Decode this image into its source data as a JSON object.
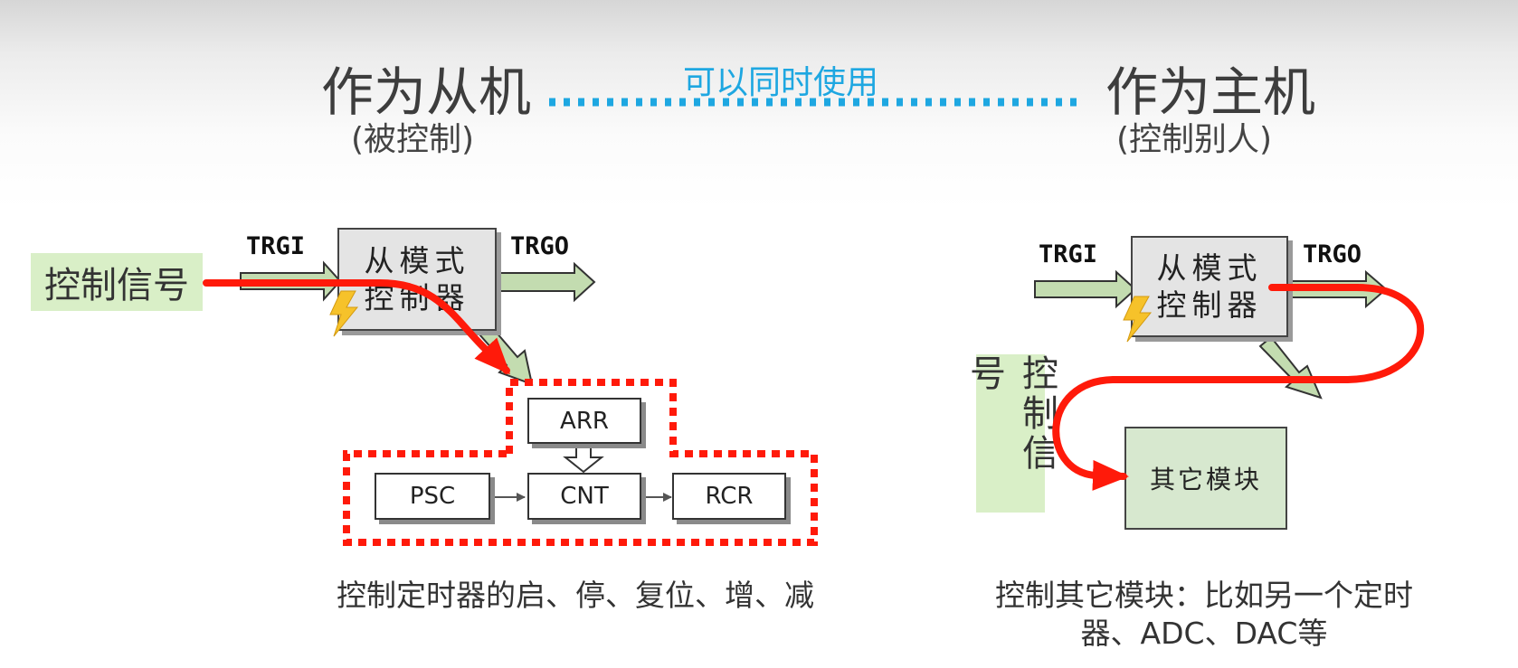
{
  "header": {
    "left_title": "作为从机",
    "left_subtitle": "(被控制)",
    "middle_link": "可以同时使用",
    "right_title": "作为主机",
    "right_subtitle": "(控制别人)"
  },
  "slave_panel": {
    "control_signal": "控制信号",
    "trgi": "TRGI",
    "trgo": "TRGO",
    "controller_line1": "从模式",
    "controller_line2": "控制器",
    "registers": {
      "arr": "ARR",
      "psc": "PSC",
      "cnt": "CNT",
      "rcr": "RCR"
    },
    "caption": "控制定时器的启、停、复位、增、减"
  },
  "master_panel": {
    "control_signal": "控制信号",
    "trgi": "TRGI",
    "trgo": "TRGO",
    "controller_line1": "从模式",
    "controller_line2": "控制器",
    "other_module": "其它模块",
    "caption_line1": "控制其它模块：比如另一个定时",
    "caption_line2": "器、ADC、DAC等"
  },
  "colors": {
    "red_path": "#ff1a0a",
    "link_blue": "#1ea7e1",
    "green_fill": "#d9efc7",
    "arrow_green": "#c3dcb0"
  },
  "icons": [
    "lightning-icon"
  ]
}
